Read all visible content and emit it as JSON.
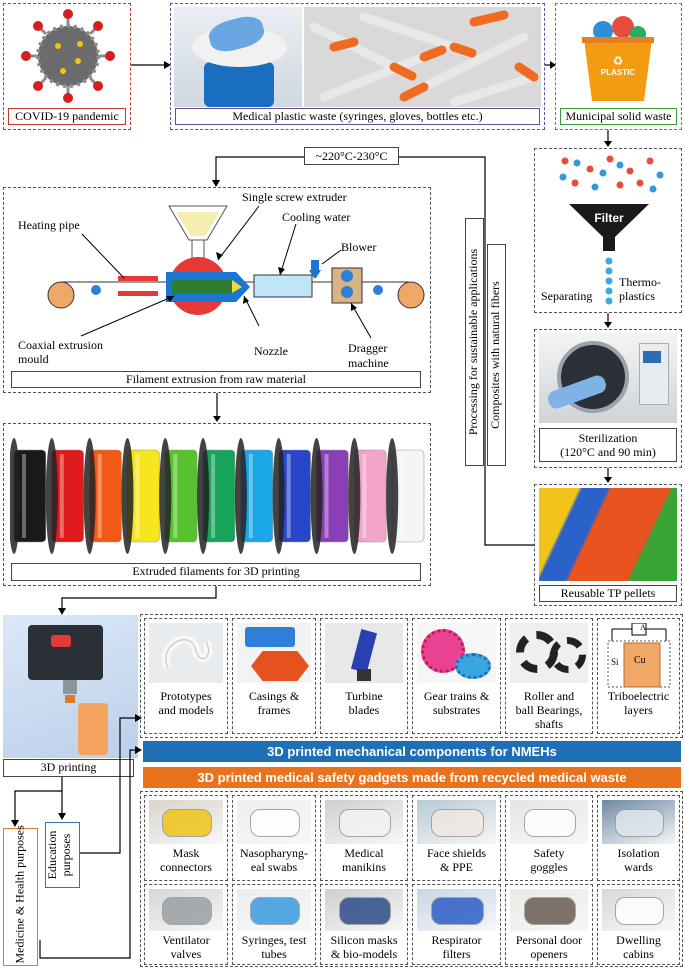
{
  "labels": {
    "covid": "COVID-19 pandemic",
    "medical_waste": "Medical plastic waste (syringes, gloves, bottles etc.)",
    "municipal": "Municipal solid waste",
    "filter": "Filter",
    "separating": "Separating",
    "thermoplastics": "Thermo-\nplastics",
    "sterilization": "Sterilization\n(120°C and 90 min)",
    "pellets": "Reusable TP pellets",
    "temp": "~220°C-230°C",
    "filament_extrusion": "Filament extrusion from raw material",
    "extruded": "Extruded filaments for 3D printing",
    "printing": "3D printing",
    "processing": "Processing for sustainable applications",
    "composites": "Composites with natural fibers",
    "medicine": "Medicine & Health purposes",
    "education": "Education purposes",
    "plastic_bin": "PLASTIC"
  },
  "extruder": {
    "single_screw": "Single screw extruder",
    "heating_pipe": "Heating pipe",
    "cooling_water": "Cooling water",
    "blower": "Blower",
    "coaxial": "Coaxial extrusion\nmould",
    "nozzle": "Nozzle",
    "dragger": "Dragger machine"
  },
  "bars": {
    "mechanical": "3D printed mechanical components for NMEHs",
    "medical": "3D printed medical safety gadgets made from recycled medical waste"
  },
  "mechanical_items": [
    "Prototypes\nand models",
    "Casings &\nframes",
    "Turbine\nblades",
    "Gear trains &\nsubstrates",
    "Roller and\nball Bearings,\nshafts",
    "Triboelectric\nlayers"
  ],
  "tribo": {
    "a": "A",
    "si": "Si",
    "cu": "Cu"
  },
  "medical_items_row1": [
    "Mask\nconnectors",
    "Nasopharyng-\neal swabs",
    "Medical\nmanikins",
    "Face shields\n& PPE",
    "Safety\ngoggles",
    "Isolation\nwards"
  ],
  "medical_items_row2": [
    "Ventilator\nvalves",
    "Syringes, test\ntubes",
    "Silicon masks\n& bio-models",
    "Respirator\nfilters",
    "Personal door\nopeners",
    "Dwelling\ncabins"
  ],
  "colors": {
    "blue_bar": "#1f6fb5",
    "orange_bar": "#e8731c",
    "covid_border": "#c0392b",
    "medical_border": "#6a4c93",
    "municipal_border": "#3a9a3a",
    "medicine_border": "#e07b2a",
    "education_border": "#2f75b5"
  },
  "filament_colors": [
    "#1a1a1a",
    "#e01b1b",
    "#f05a16",
    "#f7e51e",
    "#58c22c",
    "#17a45a",
    "#1aa7e8",
    "#2746c9",
    "#8a3fb6",
    "#f2a3c8",
    "#f4f4f4"
  ]
}
